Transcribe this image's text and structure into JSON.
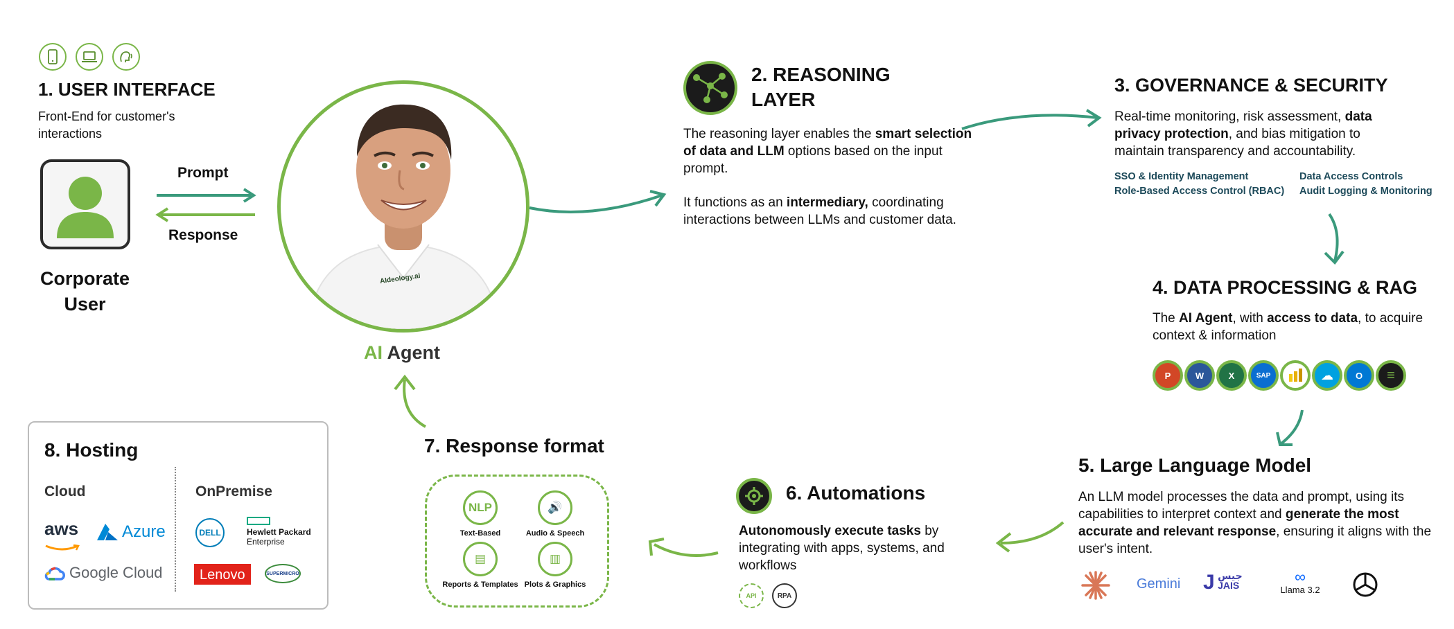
{
  "user_interface": {
    "title": "1. USER INTERFACE",
    "desc": "Front-End for customer's interactions",
    "icons": [
      "phone-icon",
      "laptop-icon",
      "voice-icon"
    ]
  },
  "corporate_user": {
    "label_line1": "Corporate",
    "label_line2": "User"
  },
  "flow": {
    "prompt": "Prompt",
    "response": "Response"
  },
  "agent": {
    "ai": "AI",
    "agent": "Agent",
    "shirt_logo": "AIdeology.ai"
  },
  "reasoning": {
    "title_line1": "2. REASONING",
    "title_line2": "LAYER",
    "p1_a": "The reasoning layer enables the ",
    "p1_b": "smart selection of data and LLM",
    "p1_c": " options based on the input prompt.",
    "p2_a": "It functions as an ",
    "p2_b": "intermediary,",
    "p2_c": " coordinating interactions between LLMs and customer data."
  },
  "governance": {
    "title": "3. GOVERNANCE & SECURITY",
    "p_a": "Real-time monitoring, risk assessment, ",
    "p_b": "data privacy protection",
    "p_c": ", and bias mitigation to maintain transparency and accountability.",
    "links": [
      "SSO & Identity Management",
      "Role-Based Access Control (RBAC)",
      "Data Access Controls",
      "Audit Logging & Monitoring"
    ]
  },
  "data_processing": {
    "title": "4. DATA PROCESSING & RAG",
    "p_a": "The ",
    "p_b": "AI Agent",
    "p_c": ", with ",
    "p_d": "access to data",
    "p_e": ", to acquire context & information",
    "apps": [
      {
        "glyph": "P",
        "color": "#d24726"
      },
      {
        "glyph": "W",
        "color": "#2b579a"
      },
      {
        "glyph": "X",
        "color": "#217346"
      },
      {
        "glyph": "SAP",
        "color": "#0a6ed1"
      },
      {
        "glyph": "",
        "color": "#f2c811"
      },
      {
        "glyph": "☁",
        "color": "#00a1e0"
      },
      {
        "glyph": "O",
        "color": "#0078d4"
      },
      {
        "glyph": "≡",
        "color": "#2e7d32"
      }
    ]
  },
  "llm": {
    "title": "5. Large Language Model",
    "p_a": "An LLM model processes the data and prompt, using its capabilities to interpret context and ",
    "p_b": "generate the most accurate and relevant response",
    "p_c": ", ensuring it aligns with the user's intent.",
    "logos": {
      "gemini": "Gemini",
      "jais": "JAIS",
      "jais_ar": "جيس",
      "llama": "Llama 3.2"
    }
  },
  "automations": {
    "title": "6. Automations",
    "p_a": "Autonomously execute tasks",
    "p_b": " by integrating with apps, systems, and workflows",
    "icon_api": "API",
    "icon_rpa": "RPA"
  },
  "response_format": {
    "title": "7. Response format",
    "items": [
      {
        "glyph": "NLP",
        "label": "Text-Based"
      },
      {
        "glyph": "🔊",
        "label": "Audio & Speech"
      },
      {
        "glyph": "▤",
        "label": "Reports & Templates"
      },
      {
        "glyph": "▥",
        "label": "Plots & Graphics"
      }
    ]
  },
  "hosting": {
    "title": "8. Hosting",
    "cloud": "Cloud",
    "onprem": "OnPremise",
    "aws": "aws",
    "azure": "Azure",
    "google": "Google Cloud",
    "dell": "DELL",
    "hpe_line1": "Hewlett Packard",
    "hpe_line2": "Enterprise",
    "lenovo": "Lenovo",
    "supermicro": "SUPERMICRO"
  },
  "colors": {
    "green": "#7ab648",
    "teal": "#3a9a7c",
    "dark": "#111111"
  }
}
